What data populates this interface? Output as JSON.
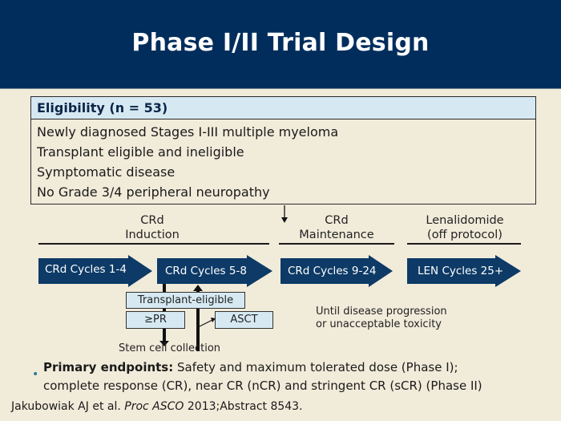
{
  "header": {
    "title": "Phase I/II Trial Design"
  },
  "eligibility": {
    "heading": "Eligibility (n = 53)",
    "items": [
      "Newly diagnosed Stages I-III multiple myeloma",
      "Transplant eligible and ineligible",
      "Symptomatic disease",
      "No Grade 3/4 peripheral neuropathy"
    ]
  },
  "phases": [
    {
      "line1": "CRd",
      "line2": "Induction"
    },
    {
      "line1": "CRd",
      "line2": "Maintenance"
    },
    {
      "line1": "Lenalidomide",
      "line2": "(off protocol)"
    }
  ],
  "arrows": [
    "CRd Cycles 1-4",
    "CRd Cycles 5-8",
    "CRd Cycles 9-24",
    "LEN Cycles 25+"
  ],
  "transplant": {
    "eligible_label": "Transplant-eligible",
    "pr_label": "≥PR",
    "asct_label": "ASCT",
    "stem_cell_label": "Stem cell collection"
  },
  "duration_note": {
    "line1": "Until disease progression",
    "line2": "or unacceptable toxicity"
  },
  "endpoints": {
    "label": "Primary endpoints:",
    "line1": " Safety and maximum tolerated dose (Phase I);",
    "line2": "complete response (CR), near CR (nCR) and stringent CR (sCR) (Phase II)"
  },
  "citation": {
    "authors": "Jakubowiak AJ et al. ",
    "journal": "Proc ASCO",
    "rest": " 2013;Abstract 8543."
  },
  "colors": {
    "header_bg": "#002D5C",
    "arrow_fill": "#0D3A66",
    "light_box": "#D6E9F2",
    "background": "#F1EBDA"
  }
}
